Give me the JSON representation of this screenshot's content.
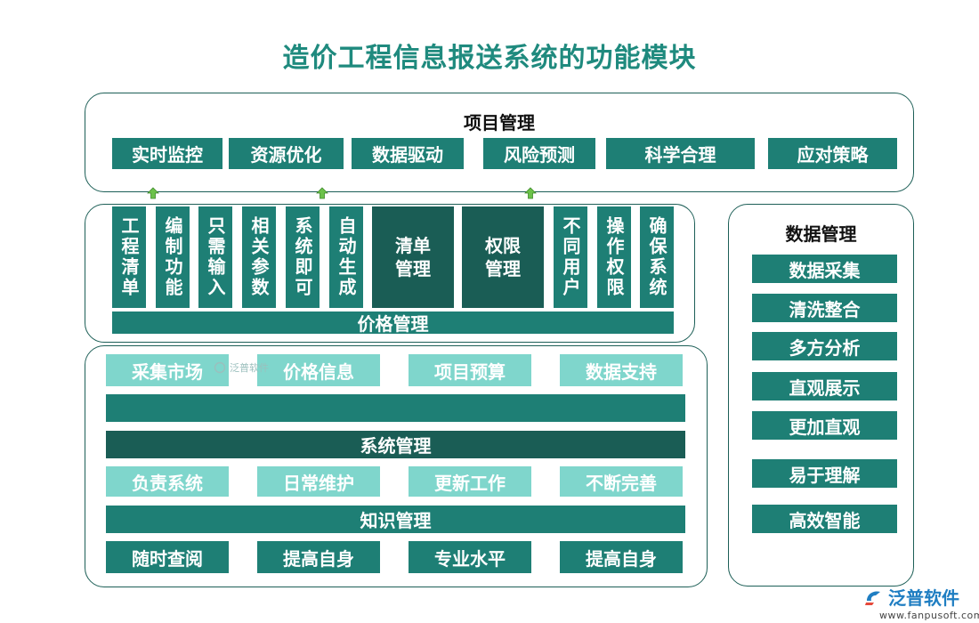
{
  "title": "造价工程信息报送系统的功能模块",
  "project": {
    "label": "项目管理",
    "items": [
      "实时监控",
      "资源优化",
      "数据驱动",
      "风险预测",
      "科学合理",
      "应对策略"
    ]
  },
  "price": {
    "label": "价格管理",
    "vertical_items": [
      "工程清单",
      "编制功能",
      "只需输入",
      "相关参数",
      "系统即可",
      "自动生成"
    ],
    "wide_items": [
      "清单管理",
      "权限管理"
    ],
    "vertical_items_right": [
      "不同用户",
      "操作权限",
      "确保系统"
    ]
  },
  "system": {
    "label": "系统管理",
    "top_items": [
      "采集市场",
      "价格信息",
      "项目预算",
      "数据支持"
    ],
    "bottom_items": [
      "负责系统",
      "日常维护",
      "更新工作",
      "不断完善"
    ]
  },
  "knowledge": {
    "label": "知识管理",
    "items": [
      "随时查阅",
      "提高自身",
      "专业水平",
      "提高自身"
    ]
  },
  "data_mgmt": {
    "label": "数据管理",
    "items": [
      "数据采集",
      "清洗整合",
      "多方分析",
      "直观展示",
      "更加直观",
      "易于理解",
      "高效智能"
    ]
  },
  "watermark": "泛普软件",
  "logo": {
    "name": "泛普软件",
    "url": "www.fanpusoft.com"
  },
  "colors": {
    "title": "#1f8a7e",
    "dark": "#1e7f75",
    "darker": "#1a5d55",
    "light": "#7fd6cc",
    "border": "#1d5f57"
  }
}
